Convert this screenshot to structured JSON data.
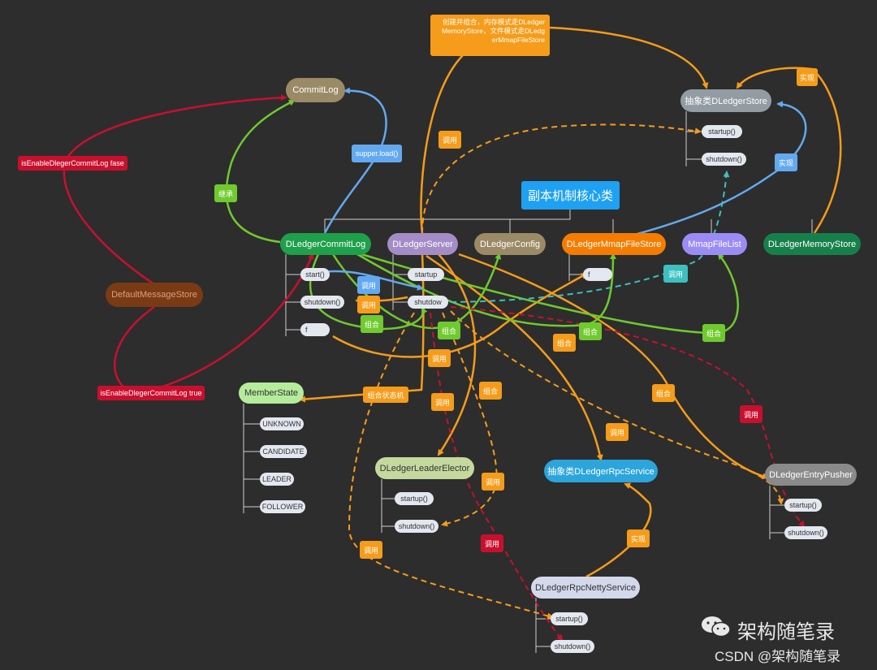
{
  "center": {
    "label": "副本机制核心类"
  },
  "top_note": {
    "line1": "创建并组合，内存模式走DLedger",
    "line2": "MemoryStore，文件模式走DLedg",
    "line3": "erMmapFileStore"
  },
  "nodes": {
    "commitlog": "CommitLog",
    "abstract_store": "抽象类DLedgerStore",
    "default_message_store": "DefaultMessageStore",
    "dledger_commitlog": "DLedgerCommitLog",
    "dledger_server": "DLedgerServer",
    "dledger_config": "DLedgerConfig",
    "dledger_mmap_file_store": "DLedgerMmapFileStore",
    "mmap_file_list": "MmapFileList",
    "dledger_memory_store": "DLedgerMemoryStore",
    "member_state": "MemberState",
    "leader_elector": "DLedgerLeaderElector",
    "abstract_rpc": "抽象类DLedgerRpcService",
    "entry_pusher": "DLedgerEntryPusher",
    "rpc_netty": "DLedgerRpcNettyService"
  },
  "pills": {
    "startup": "startup()",
    "shutdown": "shutdown()",
    "start": "start()",
    "f": "f",
    "startup_partial": "startup",
    "shutdown_partial": "shutdow"
  },
  "member_states": [
    "UNKNOWN",
    "CANDIDATE",
    "LEADER",
    "FOLLOWER"
  ],
  "labels": {
    "call": "调用",
    "combine": "组合",
    "implement": "实现",
    "inherit": "继承",
    "supper_load": "supper.load()",
    "combine_state_machine": "组合状态机",
    "is_enable_false": "isEnableDlegerCommitLog fase",
    "is_enable_true": "isEnableDlegerCommitLog true"
  },
  "watermark": {
    "brand": "架构随笔录",
    "csdn": "CSDN @架构随笔录"
  },
  "colors": {
    "background": "#2d2d2d",
    "orange": "#f59c1a",
    "green": "#6fca2e",
    "blue": "#63a9f0",
    "red": "#c8102e",
    "teal": "#3cc0c0"
  }
}
